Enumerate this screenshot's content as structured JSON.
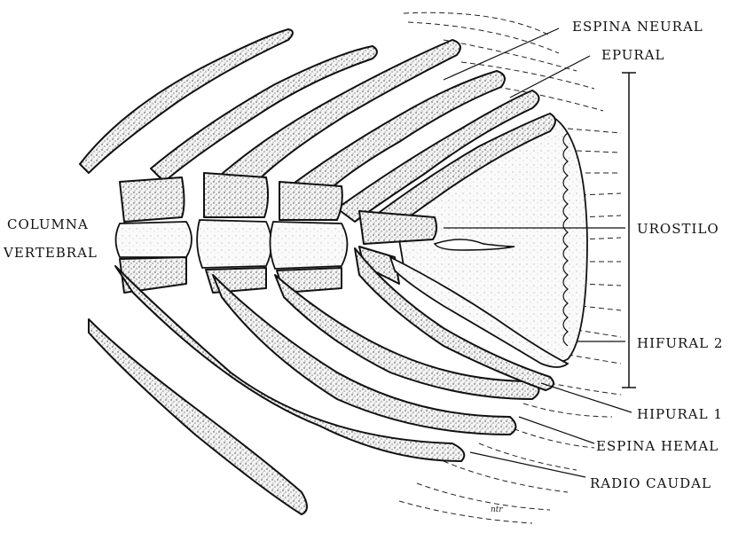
{
  "labels": {
    "espina_neural": "ESPINA NEURAL",
    "epural": "EPURAL",
    "columna": "COLUMNA",
    "vertebral": "VERTEBRAL",
    "urostilo": "UROSTILO",
    "hifural2": "HIFURAL 2",
    "hipural1": "HIPURAL 1",
    "espina_hemal": "ESPINA HEMAL",
    "radio_caudal": "RADIO CAUDAL"
  },
  "signature": "ntr"
}
